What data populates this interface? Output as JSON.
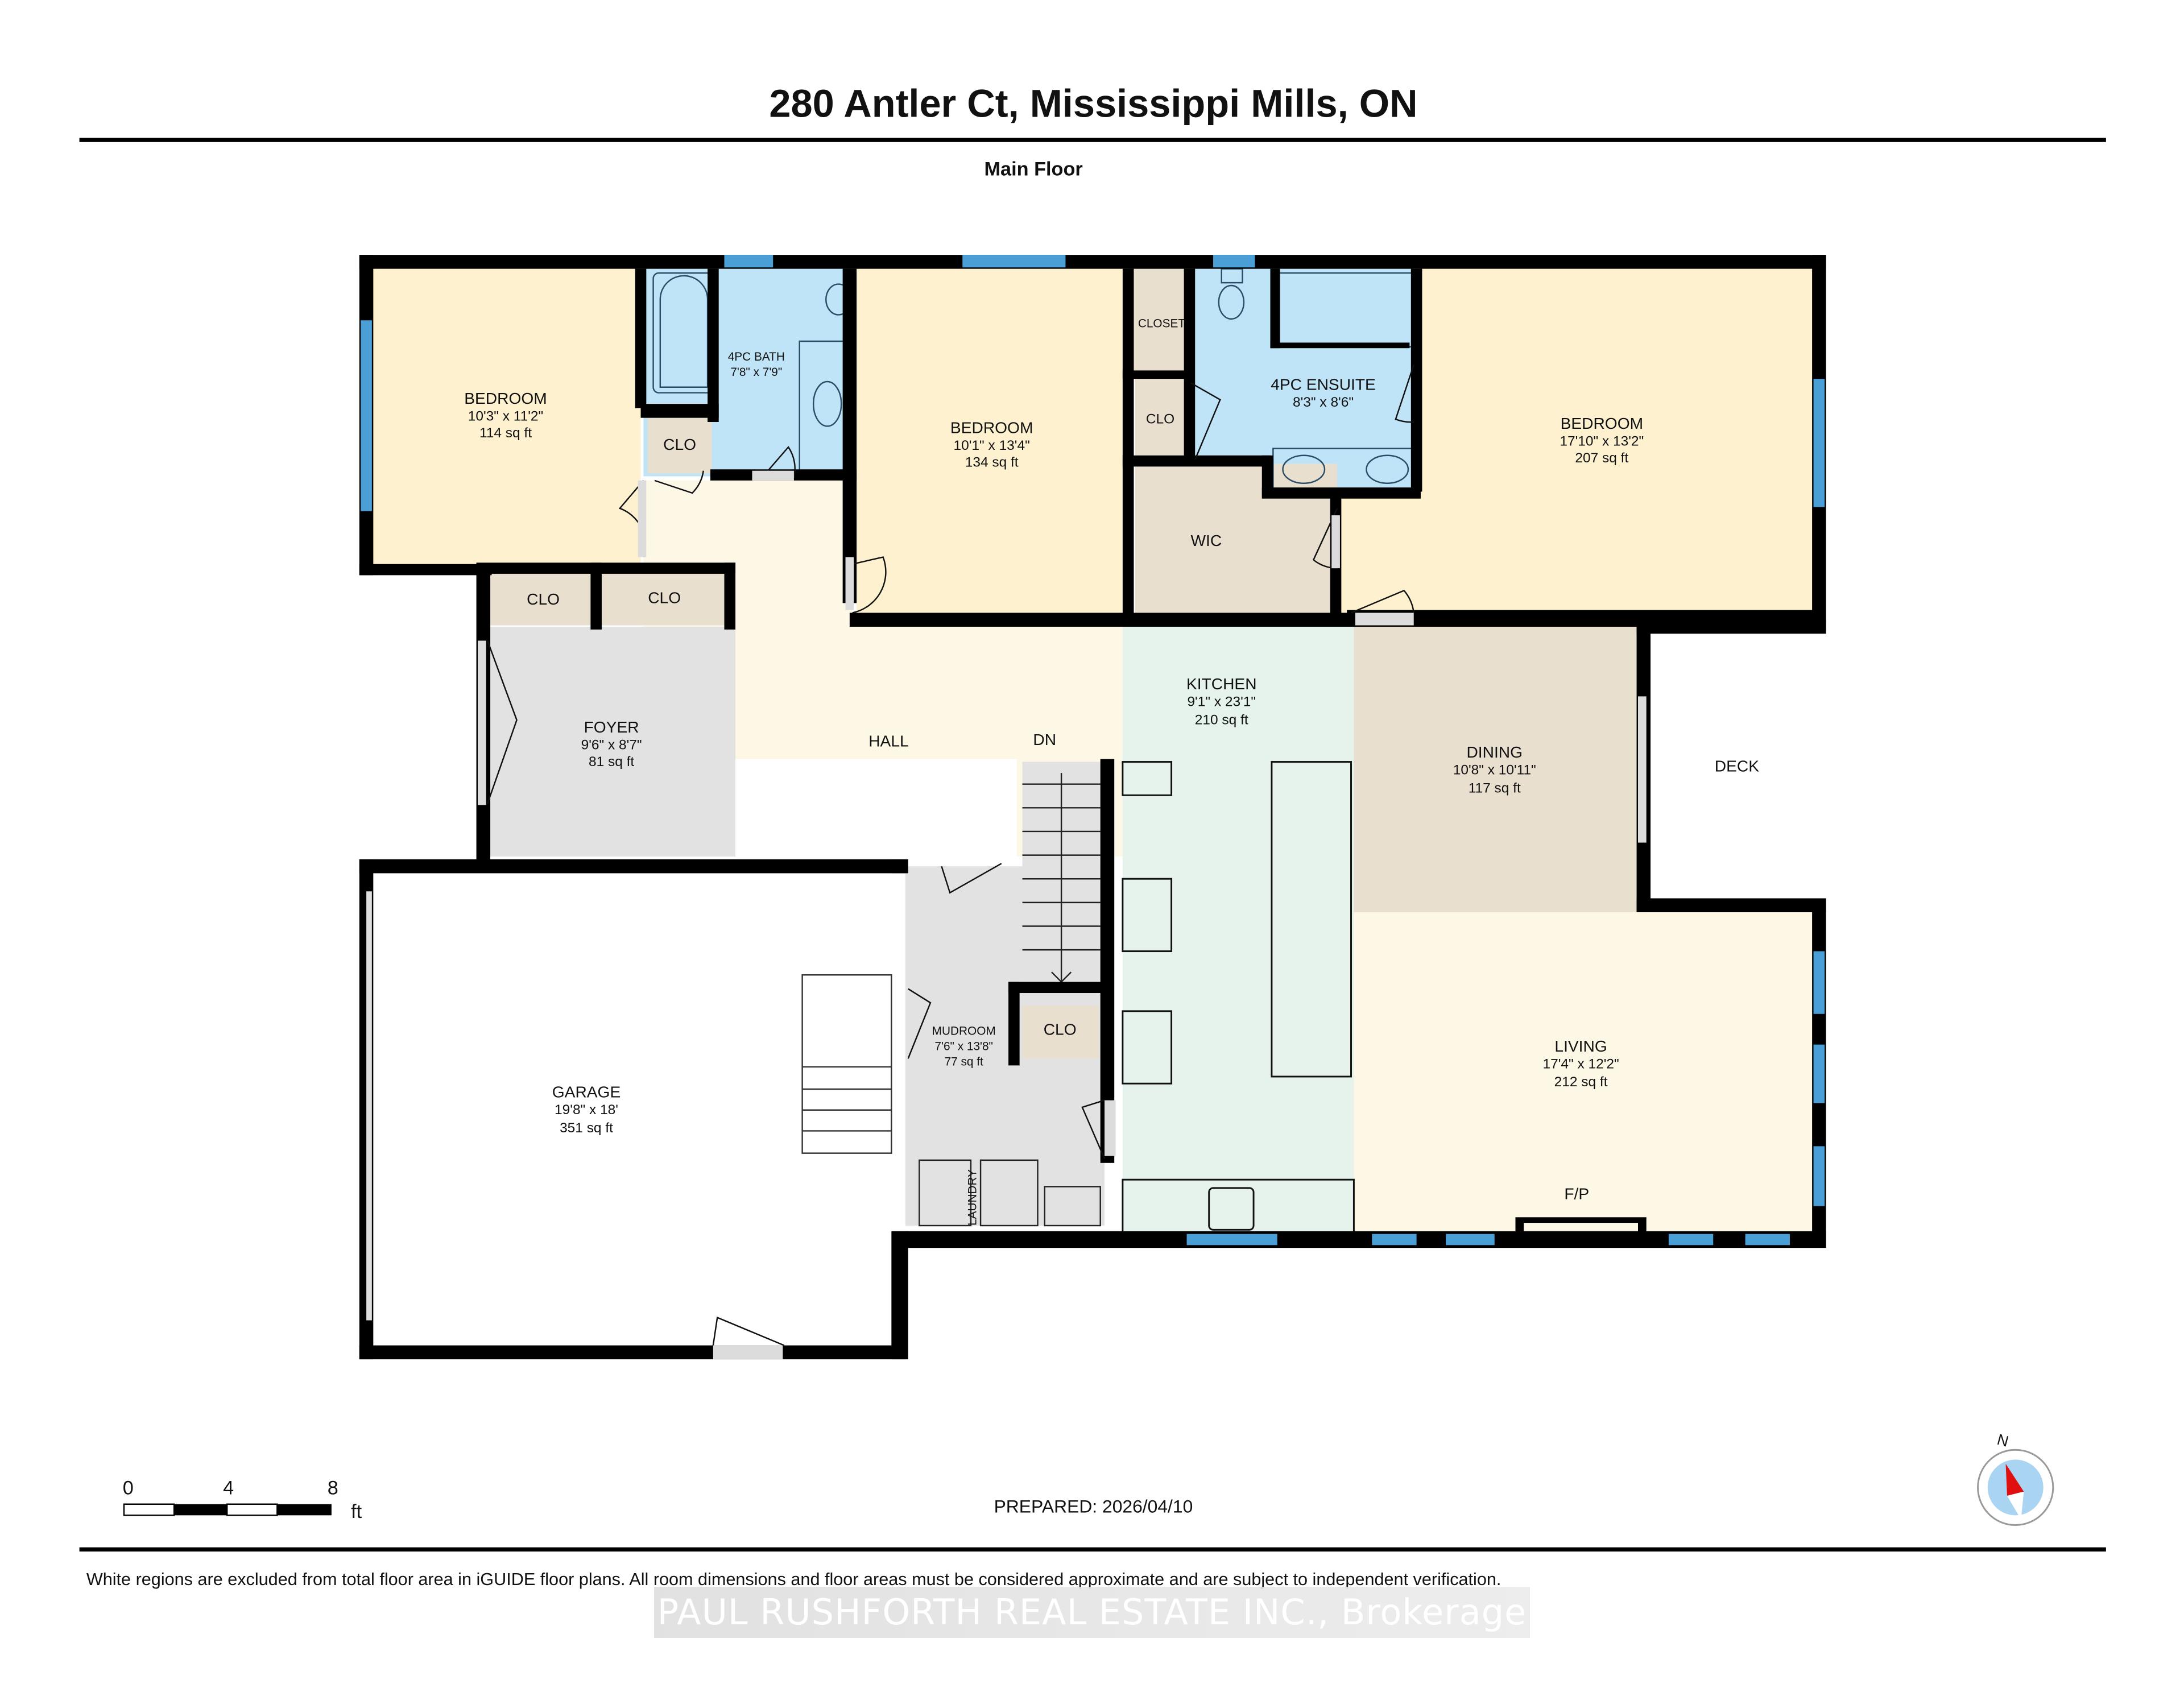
{
  "header": {
    "address": "280 Antler Ct, Mississippi Mills, ON",
    "floor_name": "Main Floor"
  },
  "rooms": {
    "bedroom_1": {
      "name": "BEDROOM",
      "dimensions": "10'3\" x 11'2\"",
      "area": "114 sq ft",
      "color": "#fdf1cf"
    },
    "bath": {
      "name": "4PC BATH",
      "dimensions": "7'8\" x 7'9\"",
      "color": "#bfe3f7"
    },
    "bedroom_2": {
      "name": "BEDROOM",
      "dimensions": "10'1\" x 13'4\"",
      "area": "134 sq ft",
      "color": "#fdf1cf"
    },
    "closet": {
      "name": "CLOSET",
      "color": "#e9dfcf"
    },
    "ensuite": {
      "name": "4PC ENSUITE",
      "dimensions": "8'3\" x 8'6\"",
      "color": "#bfe3f7"
    },
    "bedroom_3": {
      "name": "BEDROOM",
      "dimensions": "17'10\" x 13'2\"",
      "area": "207 sq ft",
      "color": "#fdf1cf"
    },
    "wic": {
      "name": "WIC",
      "color": "#e9dfcf"
    },
    "clo_bath": {
      "name": "CLO"
    },
    "clo_bed2": {
      "name": "CLO"
    },
    "clo_foyer_left": {
      "name": "CLO"
    },
    "clo_foyer_right": {
      "name": "CLO"
    },
    "clo_mudroom": {
      "name": "CLO"
    },
    "foyer": {
      "name": "FOYER",
      "dimensions": "9'6\" x 8'7\"",
      "area": "81 sq ft",
      "color": "#e2e2e2"
    },
    "hall": {
      "name": "HALL",
      "color": "#fdf8e6"
    },
    "stairs": {
      "label": "DN"
    },
    "kitchen": {
      "name": "KITCHEN",
      "dimensions": "9'1\" x 23'1\"",
      "area": "210 sq ft",
      "color": "#e5f3ec"
    },
    "dining": {
      "name": "DINING",
      "dimensions": "10'8\" x 10'11\"",
      "area": "117 sq ft",
      "color": "#e8dfcf"
    },
    "deck": {
      "name": "DECK",
      "color": "#ffffff"
    },
    "living": {
      "name": "LIVING",
      "dimensions": "17'4\" x 12'2\"",
      "area": "212 sq ft",
      "fireplace": "F/P",
      "color": "#fdf8e6"
    },
    "garage": {
      "name": "GARAGE",
      "dimensions": "19'8\" x 18'",
      "area": "351 sq ft",
      "color": "#ffffff"
    },
    "mudroom": {
      "name": "MUDROOM",
      "dimensions": "7'6\" x 13'8\"",
      "area": "77 sq ft",
      "color": "#e2e2e2"
    },
    "laundry": {
      "name": "LAUNDRY"
    }
  },
  "colors": {
    "wall": "#000000",
    "window": "#4a9fd6",
    "door_opening": "#dcdcdc"
  },
  "scale_bar": {
    "ticks": [
      "0",
      "4",
      "8"
    ],
    "unit": "ft"
  },
  "prepared": "PREPARED: 2026/04/10",
  "compass": {
    "label": "N"
  },
  "footer": {
    "disclaimer": "White regions are excluded from total floor area in iGUIDE floor plans. All room dimensions and floor areas must be considered approximate and are subject to independent verification.",
    "brokerage": "PAUL RUSHFORTH REAL ESTATE INC., Brokerage"
  }
}
